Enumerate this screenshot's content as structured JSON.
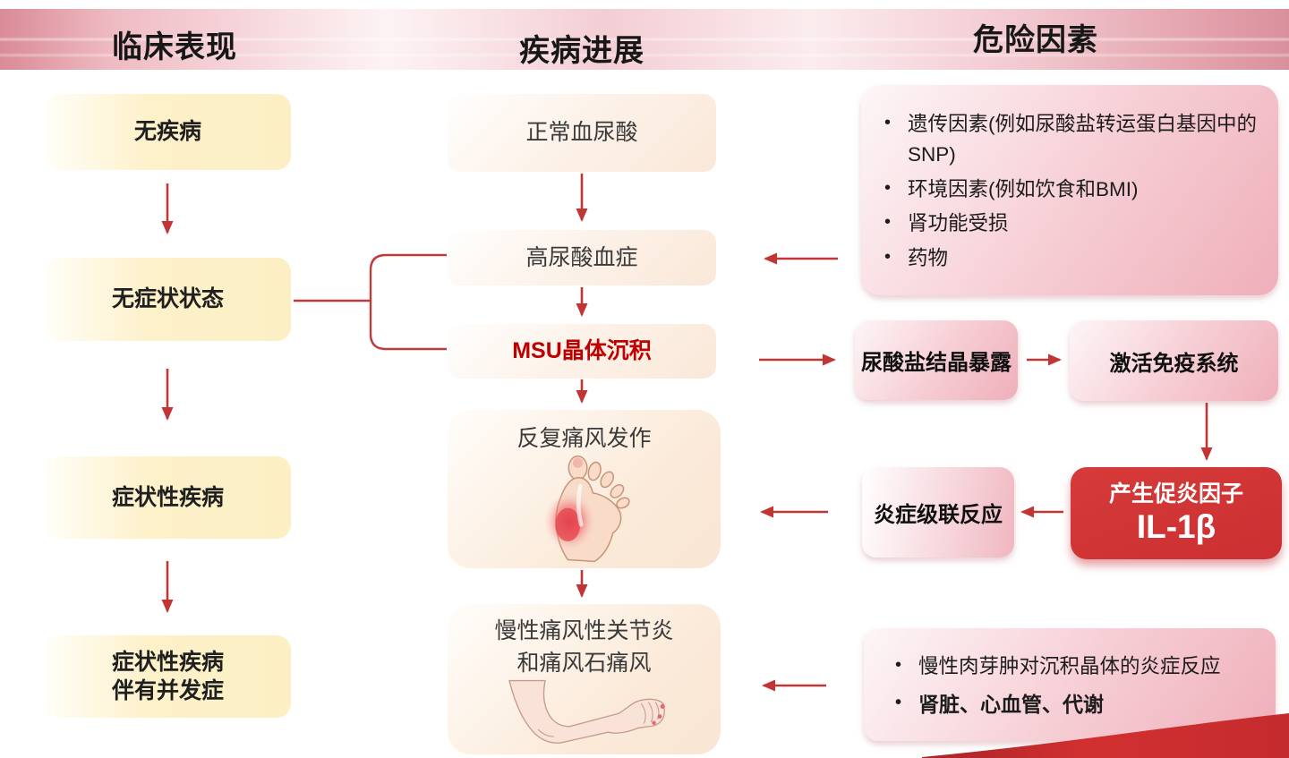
{
  "header": {
    "clinical": "临床表现",
    "progression": "疾病进展",
    "risk": "危险因素"
  },
  "clinical": {
    "box1": "无疾病",
    "box2": "无症状状态",
    "box3": "症状性疾病",
    "box4_line1": "症状性疾病",
    "box4_line2": "伴有并发症"
  },
  "progression": {
    "box1": "正常血尿酸",
    "box2": "高尿酸血症",
    "box3": "MSU晶体沉积",
    "box4": "反复痛风发作",
    "box5_line1": "慢性痛风性关节炎",
    "box5_line2": "和痛风石痛风"
  },
  "risk": {
    "top_bullets": [
      "遗传因素(例如尿酸盐转运蛋白基因中的SNP)",
      "环境因素(例如饮食和BMI)",
      "肾功能受损",
      "药物"
    ],
    "bullet_glyph": "•",
    "crystal_exposure": "尿酸盐结晶暴露",
    "immune_activation": "激活免疫系统",
    "cytokine_line1": "产生促炎因子",
    "cytokine_line2": "IL-1β",
    "cascade": "炎症级联反应",
    "bottom_bullets": [
      "慢性肉芽肿对沉积晶体的炎症反应",
      "肾脏、心血管、代谢"
    ]
  },
  "colors": {
    "arrow_red": "#c13534",
    "deep_red_box": "#cd3333",
    "msu_text_red": "#c00000",
    "yellow_box": "#fcefc4",
    "peach_box": "#f9e5d3",
    "pink_box": "#efafba",
    "header_pink": "#e2a0ab",
    "swoosh_red": "#cf2e2e"
  }
}
